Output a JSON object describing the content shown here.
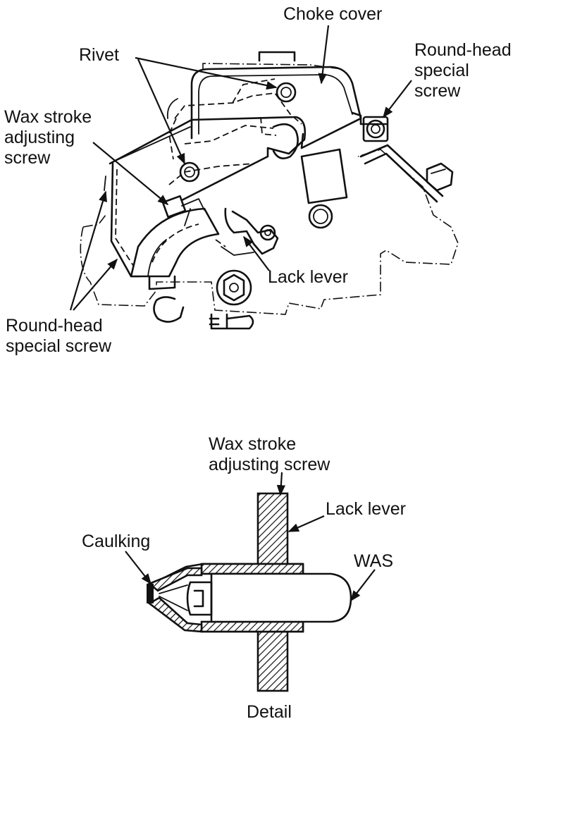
{
  "labels": {
    "choke_cover": "Choke cover",
    "rivet": "Rivet",
    "roundhead_right": "Round-head\nspecial\nscrew",
    "wax_stroke_top": "Wax stroke\nadjusting\nscrew",
    "lack_lever_top": "Lack lever",
    "roundhead_bottom": "Round-head\nspecial screw",
    "wax_stroke_detail": "Wax stroke\nadjusting screw",
    "lack_lever_detail": "Lack lever",
    "caulking": "Caulking",
    "was": "WAS",
    "detail": "Detail"
  }
}
